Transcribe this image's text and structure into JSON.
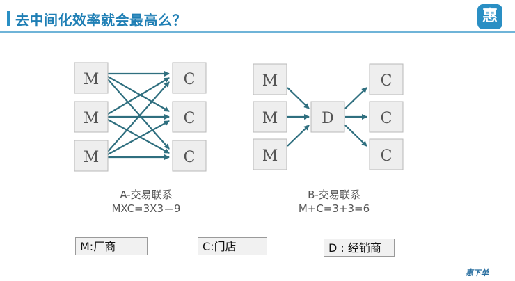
{
  "header": {
    "title": "去中间化效率就会最高么？",
    "logo_glyph": "惠"
  },
  "diagram_a": {
    "left_nodes": [
      "M",
      "M",
      "M"
    ],
    "right_nodes": [
      "C",
      "C",
      "C"
    ],
    "caption_line1": "A-交易联系",
    "caption_line2": "MXC=3X3＝9"
  },
  "diagram_b": {
    "left_nodes": [
      "M",
      "M",
      "M"
    ],
    "center_node": "D",
    "right_nodes": [
      "C",
      "C",
      "C"
    ],
    "caption_line1": "B-交易联系",
    "caption_line2": "M+C=3+3=6"
  },
  "legend": {
    "m": "M:厂商",
    "c": "C:门店",
    "d": "D : 经销商"
  },
  "footer": {
    "brand": "惠下单"
  },
  "colors": {
    "arrow": "#2f6f7f",
    "node_fill": "#eeeeee",
    "node_border": "#b8b8b8",
    "accent": "#1f7fb5"
  }
}
